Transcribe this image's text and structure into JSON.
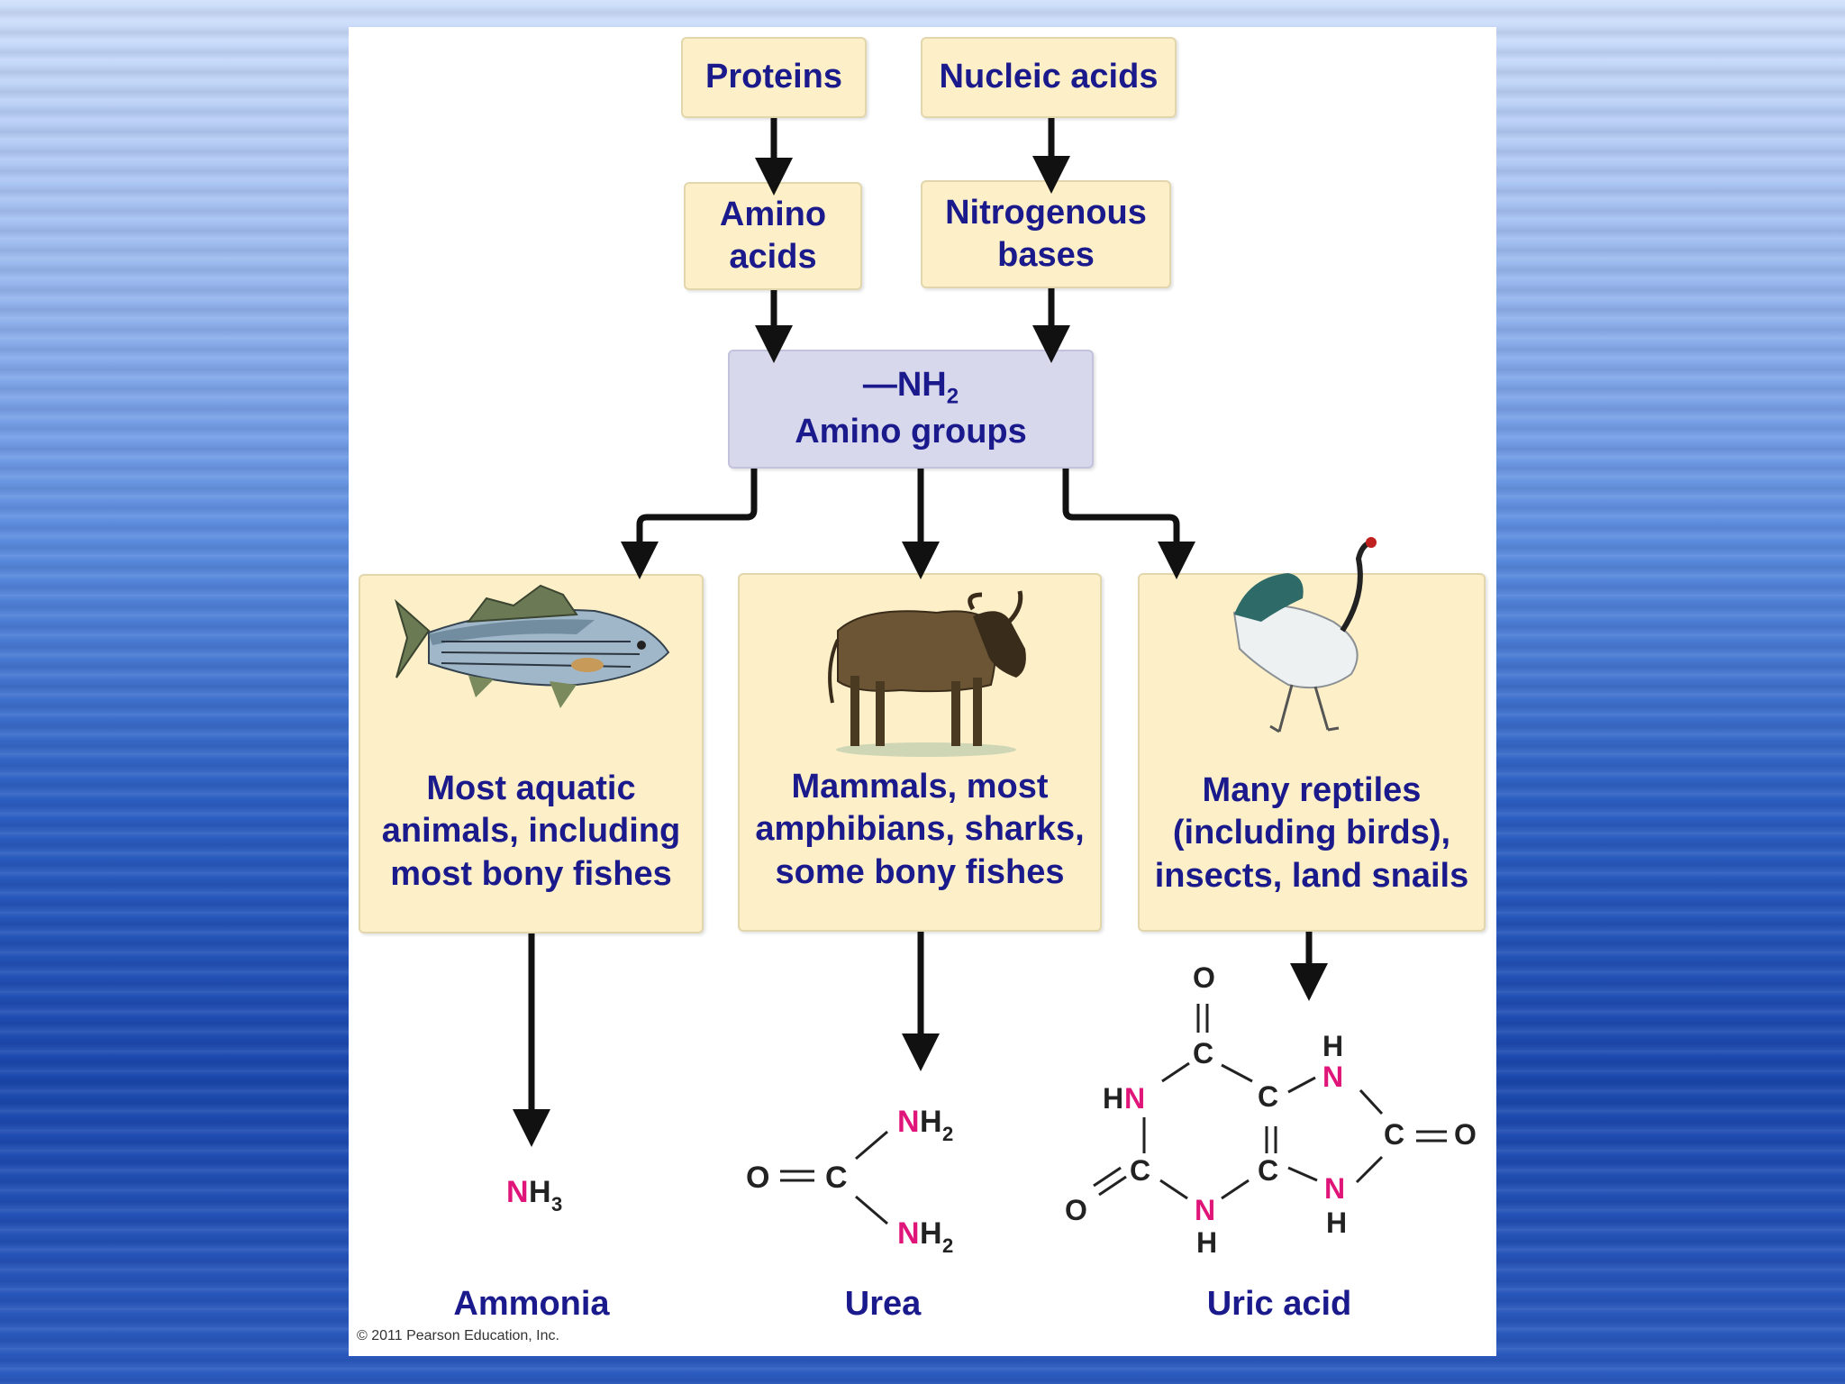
{
  "top": {
    "proteins": "Proteins",
    "nucleic_acids": "Nucleic acids",
    "amino_acids": [
      "Amino",
      "acids"
    ],
    "nitrogenous_bases": [
      "Nitrogenous",
      "bases"
    ]
  },
  "amino_group": {
    "formula_main": "—NH",
    "formula_sub": "2",
    "label": "Amino groups"
  },
  "groups": [
    {
      "lines": [
        "Most aquatic",
        "animals, including",
        "most bony fishes"
      ],
      "illustration": "fish-illustration"
    },
    {
      "lines": [
        "Mammals, most",
        "amphibians, sharks,",
        "some bony fishes"
      ],
      "illustration": "wildebeest-illustration"
    },
    {
      "lines": [
        "Many reptiles",
        "(including birds),",
        "insects, land snails"
      ],
      "illustration": "crane-illustration"
    }
  ],
  "products": {
    "ammonia": "Ammonia",
    "urea": "Urea",
    "uric_acid": "Uric acid"
  },
  "copyright": "© 2011 Pearson Education, Inc.",
  "colors": {
    "text": "#1a1a8c",
    "box": "#fdf0c8",
    "amino_box": "#d8d8ec",
    "nitrogen": "#e0157a",
    "arrow": "#111111"
  }
}
